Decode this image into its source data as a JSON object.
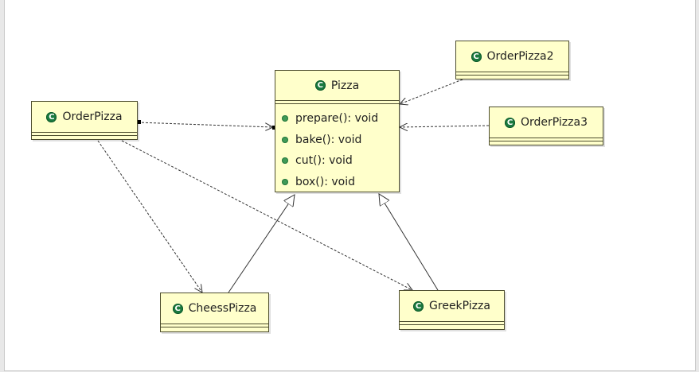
{
  "classes": {
    "pizza": {
      "name": "Pizza",
      "operations": [
        "prepare(): void",
        "bake(): void",
        "cut(): void",
        "box(): void"
      ]
    },
    "order_pizza": {
      "name": "OrderPizza"
    },
    "order_pizza2": {
      "name": "OrderPizza2"
    },
    "order_pizza3": {
      "name": "OrderPizza3"
    },
    "cheess_pizza": {
      "name": "CheessPizza"
    },
    "greek_pizza": {
      "name": "GreekPizza"
    }
  },
  "class_icon_glyph": "C",
  "colors": {
    "class_fill": "#ffffcb",
    "class_border": "#4d4d2e",
    "class_icon": "#1b7a3f",
    "operation_dot": "#3f9a57",
    "edge": "#333333"
  }
}
